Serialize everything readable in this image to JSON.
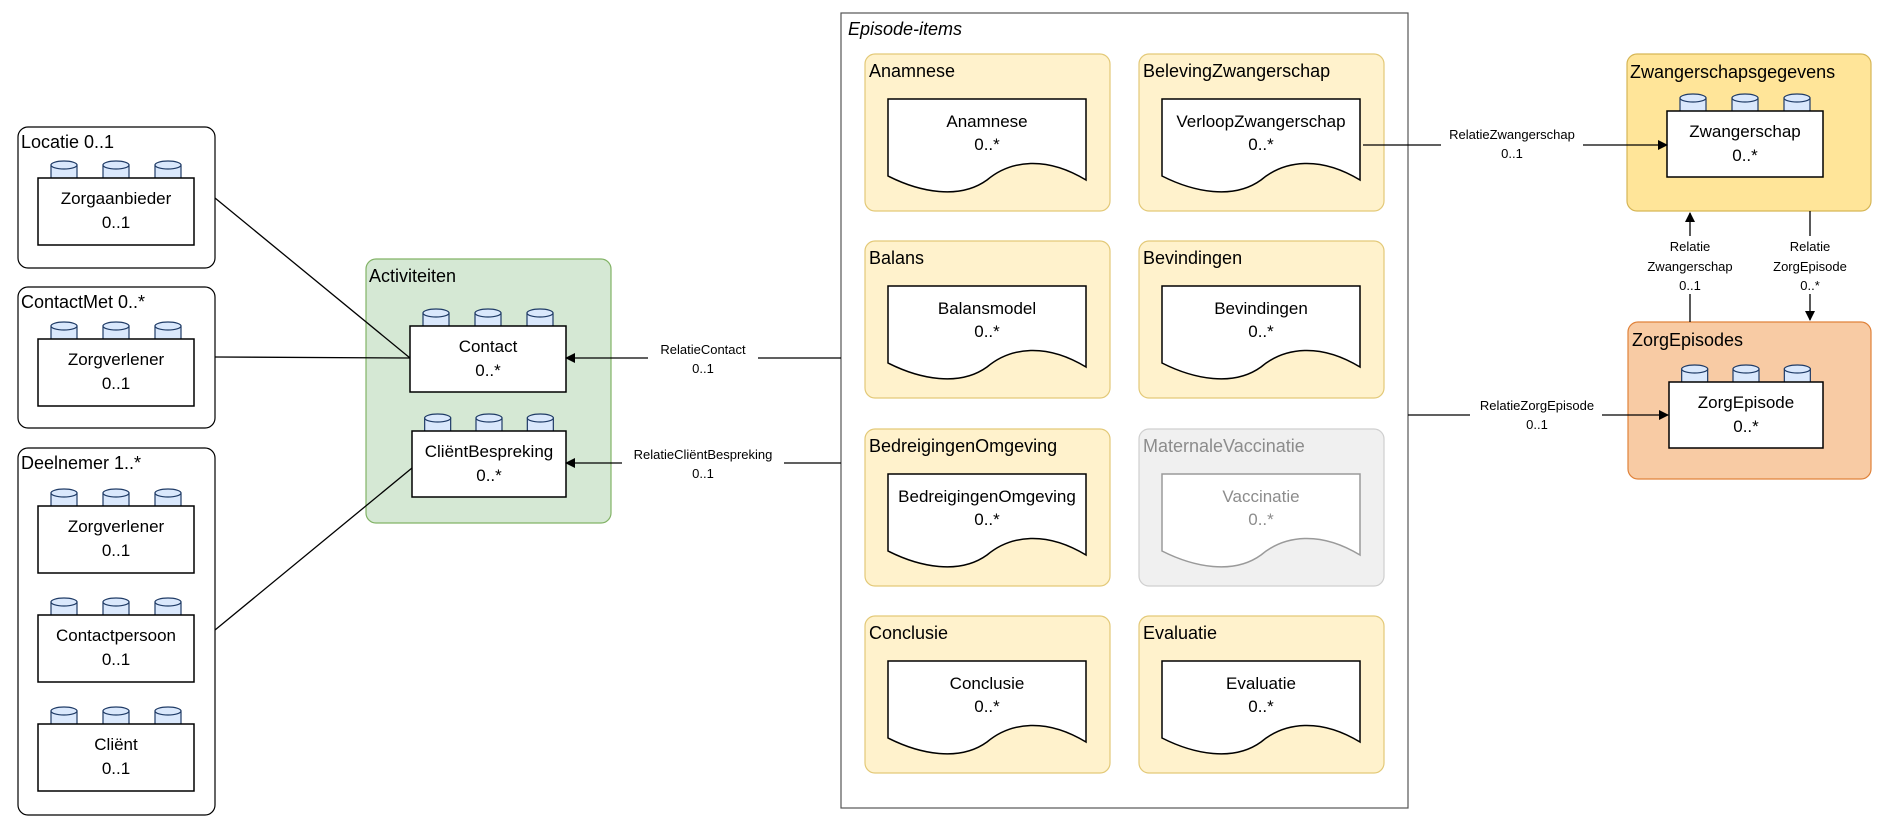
{
  "groups": {
    "locatie": {
      "title": "Locatie 0..1",
      "entities": {
        "zorgaanbieder": {
          "name": "Zorgaanbieder",
          "card": "0..1"
        }
      }
    },
    "contactmet": {
      "title": "ContactMet 0..*",
      "entities": {
        "zorgverlener": {
          "name": "Zorgverlener",
          "card": "0..1"
        }
      }
    },
    "deelnemer": {
      "title": "Deelnemer 1..*",
      "entities": {
        "zorgverlener": {
          "name": "Zorgverlener",
          "card": "0..1"
        },
        "contactpersoon": {
          "name": "Contactpersoon",
          "card": "0..1"
        },
        "client": {
          "name": "Cliënt",
          "card": "0..1"
        }
      }
    },
    "activiteiten": {
      "title": "Activiteiten",
      "entities": {
        "contact": {
          "name": "Contact",
          "card": "0..*"
        },
        "clientbespreking": {
          "name": "CliëntBespreking",
          "card": "0..*"
        }
      }
    },
    "episode_items": {
      "title": "Episode-items",
      "items": {
        "anamnese": {
          "title": "Anamnese",
          "doc": "Anamnese",
          "card": "0..*"
        },
        "beleving": {
          "title": "BelevingZwangerschap",
          "doc": "VerloopZwangerschap",
          "card": "0..*"
        },
        "balans": {
          "title": "Balans",
          "doc": "Balansmodel",
          "card": "0..*"
        },
        "bevindingen": {
          "title": "Bevindingen",
          "doc": "Bevindingen",
          "card": "0..*"
        },
        "bedreigingen": {
          "title": "BedreigingenOmgeving",
          "doc": "BedreigingenOmgeving",
          "card": "0..*"
        },
        "maternale": {
          "title": "MaternaleVaccinatie",
          "doc": "Vaccinatie",
          "card": "0..*"
        },
        "conclusie": {
          "title": "Conclusie",
          "doc": "Conclusie",
          "card": "0..*"
        },
        "evaluatie": {
          "title": "Evaluatie",
          "doc": "Evaluatie",
          "card": "0..*"
        }
      }
    },
    "zwangerschapsgegevens": {
      "title": "Zwangerschapsgegevens",
      "entities": {
        "zwangerschap": {
          "name": "Zwangerschap",
          "card": "0..*"
        }
      }
    },
    "zorgepisodes": {
      "title": "ZorgEpisodes",
      "entities": {
        "zorgepisode": {
          "name": "ZorgEpisode",
          "card": "0..*"
        }
      }
    }
  },
  "relations": {
    "contact": {
      "name": "RelatieContact",
      "card": "0..1"
    },
    "clientbespreking": {
      "name": "RelatieCliëntBespreking",
      "card": "0..1"
    },
    "zwangerschap": {
      "name": "RelatieZwangerschap",
      "card": "0..1"
    },
    "zorgepisode": {
      "name": "RelatieZorgEpisode",
      "card": "0..1"
    },
    "zw_up": {
      "line1": "Relatie",
      "line2": "Zwangerschap",
      "card": "0..1"
    },
    "zorg_down": {
      "line1": "Relatie",
      "line2": "ZorgEpisode",
      "card": "0..*"
    }
  },
  "colors": {
    "item_fill": "#fff2cc",
    "item_stroke": "#e3c978",
    "activiteiten_fill": "#d5e8d4",
    "activiteiten_stroke": "#82b366",
    "zwangerschapsgegevens_fill": "#ffe599",
    "zwangerschapsgegevens_stroke": "#d6b656",
    "zorgepisodes_fill": "#f8cba4",
    "zorgepisodes_stroke": "#e0823a",
    "disabled_fill": "#f0f0f0",
    "disabled_text": "#8c8c8c",
    "cylinder_fill": "#dae8fc",
    "cylinder_stroke": "#1f3b66"
  }
}
